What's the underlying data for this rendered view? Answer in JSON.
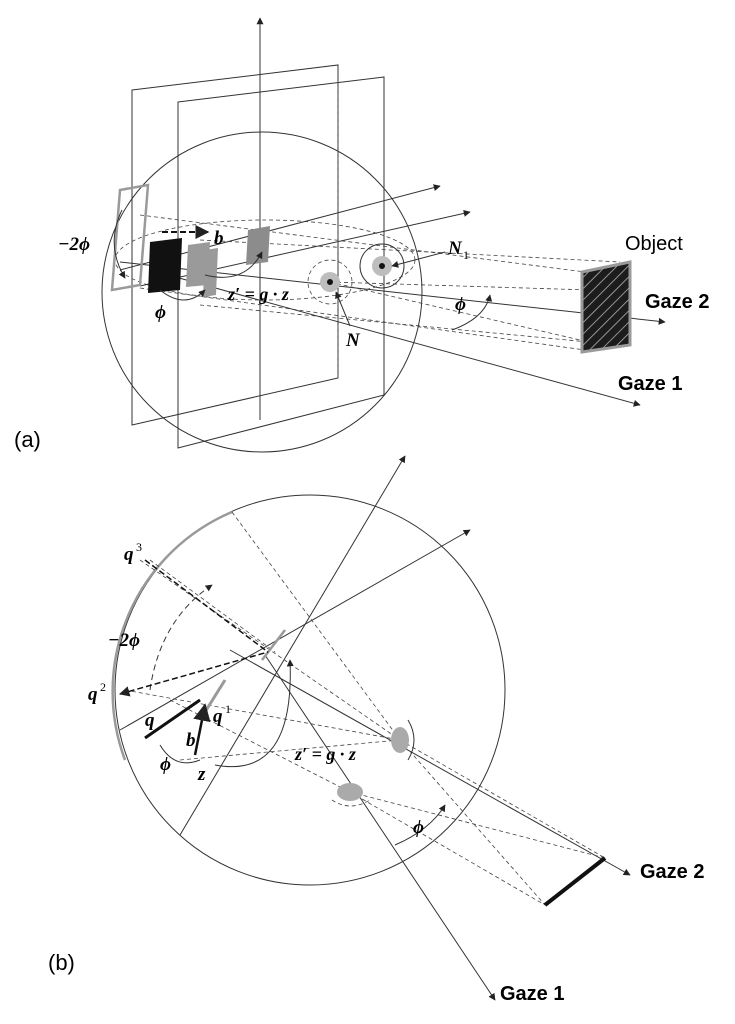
{
  "panel_a": {
    "tag": "(a)",
    "object_label": "Object",
    "gaze2": "Gaze 2",
    "gaze1": "Gaze 1",
    "neg2phi": "−2ϕ",
    "b": "b",
    "phi_left": "ϕ",
    "phi_right": "ϕ",
    "zprime_eq": "z′ = g · z",
    "N": "N",
    "N1": "N",
    "N1_sub": "1"
  },
  "panel_b": {
    "tag": "(b)",
    "gaze2": "Gaze 2",
    "gaze1": "Gaze 1",
    "q3": "q",
    "q3_sup": "3",
    "q2": "q",
    "q2_sup": "2",
    "q1": "q",
    "q1_sup": "1",
    "q": "q",
    "neg2phi": "−2ϕ",
    "b": "b",
    "phi_left": "ϕ",
    "phi_right": "ϕ",
    "z": "z",
    "zprime_eq": "z′ = g · z"
  },
  "colors": {
    "line": "#333333",
    "gray": "#9a9a9a",
    "black_plane": "#111111"
  }
}
